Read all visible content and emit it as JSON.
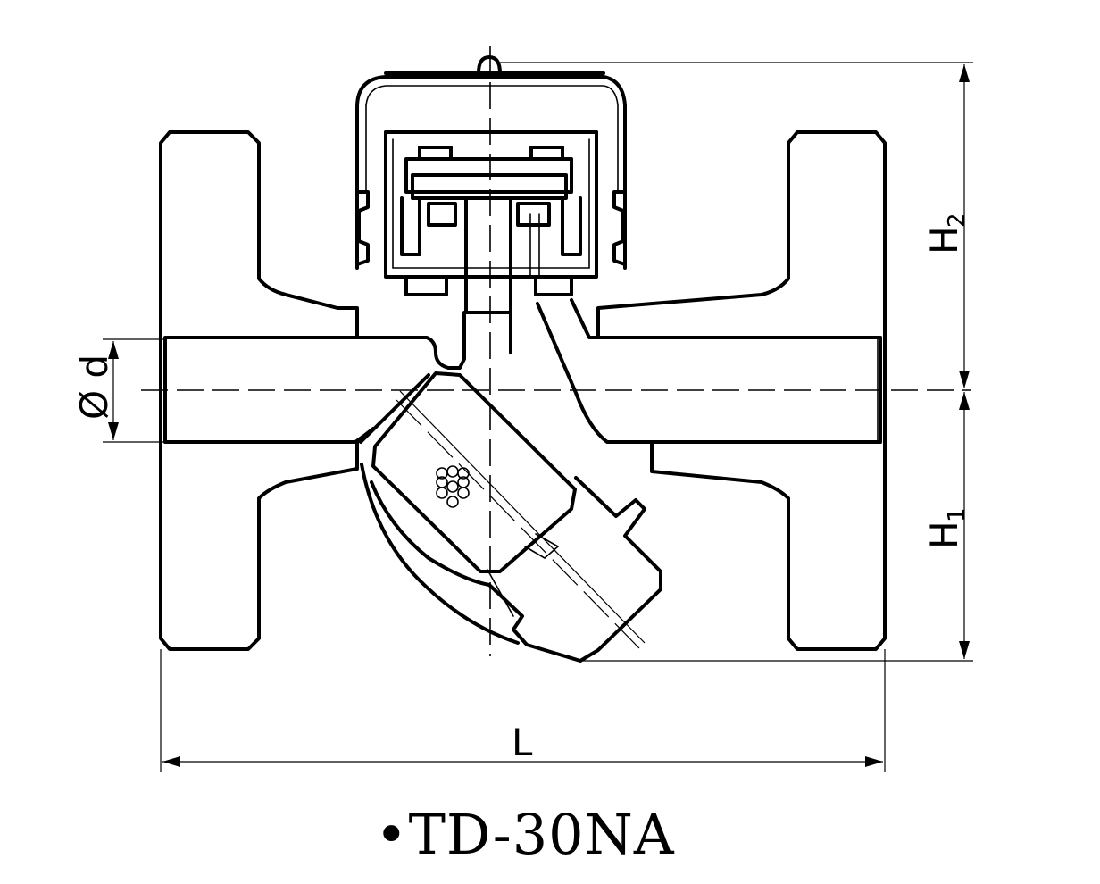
{
  "drawing": {
    "model_label": "•TD-30NA",
    "dimensions": {
      "length": "L",
      "bore": "Ø d",
      "height_lower_letter": "H",
      "height_lower_sub": "1",
      "height_upper_letter": "H",
      "height_upper_sub": "2"
    }
  }
}
